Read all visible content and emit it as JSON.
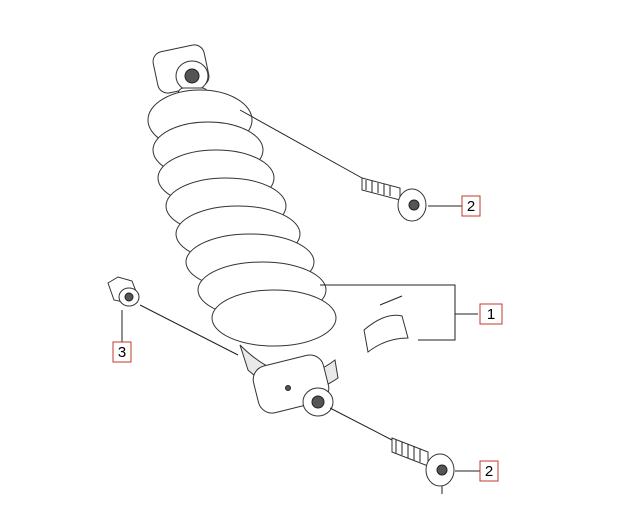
{
  "callouts": {
    "bolt_top": "2",
    "shock_assembly": "1",
    "nut": "3",
    "bolt_bottom": "2"
  },
  "colors": {
    "callout_border": "#c0392b",
    "line": "#222222"
  }
}
